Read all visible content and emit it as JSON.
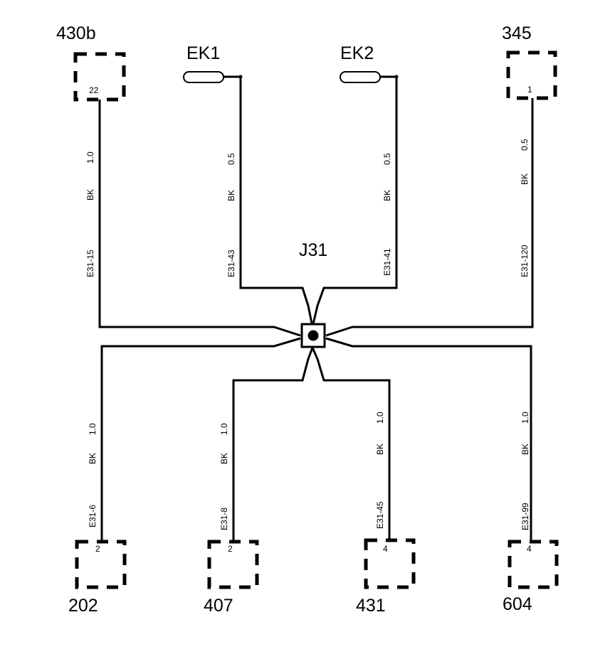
{
  "splice": {
    "name": "J31"
  },
  "components": {
    "c430b": {
      "label": "430b",
      "pin": "22"
    },
    "c345": {
      "label": "345",
      "pin": "1"
    },
    "c202": {
      "label": "202",
      "pin": "2"
    },
    "c407": {
      "label": "407",
      "pin": "2"
    },
    "c431": {
      "label": "431",
      "pin": "4"
    },
    "c604": {
      "label": "604",
      "pin": "4"
    }
  },
  "eyelets": {
    "ek1": {
      "label": "EK1"
    },
    "ek2": {
      "label": "EK2"
    }
  },
  "wires": {
    "w430b": {
      "circuit": "E31-15",
      "color": "BK",
      "size": "1.0"
    },
    "wek1": {
      "circuit": "E31-43",
      "color": "BK",
      "size": "0.5"
    },
    "wek2": {
      "circuit": "E31-41",
      "color": "BK",
      "size": "0.5"
    },
    "w345": {
      "circuit": "E31-120",
      "color": "BK",
      "size": "0.5"
    },
    "w202": {
      "circuit": "E31-6",
      "color": "BK",
      "size": "1.0"
    },
    "w407": {
      "circuit": "E31-8",
      "color": "BK",
      "size": "1.0"
    },
    "w431": {
      "circuit": "E31-45",
      "color": "BK",
      "size": "1.0"
    },
    "w604": {
      "circuit": "E31-99",
      "color": "BK",
      "size": "1.0"
    }
  }
}
